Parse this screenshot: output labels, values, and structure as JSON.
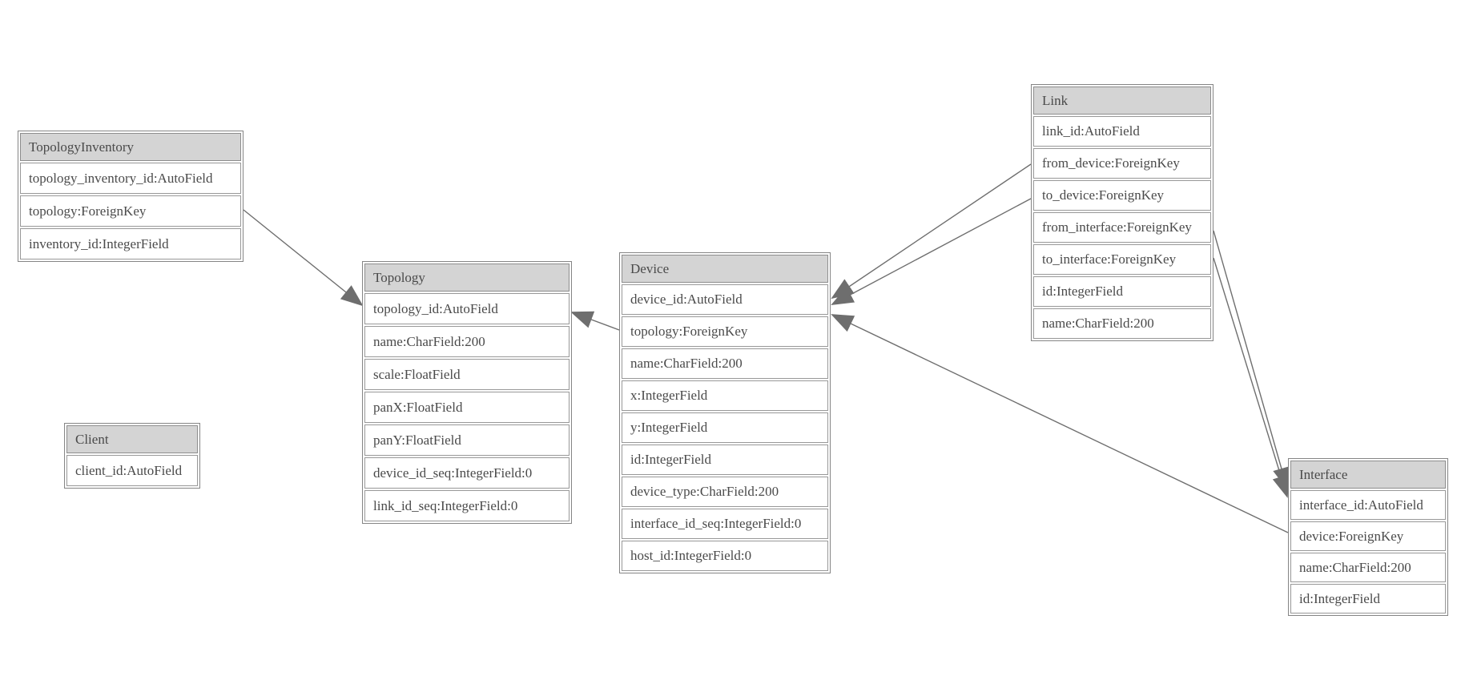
{
  "colors": {
    "background": "#ffffff",
    "header_bg": "#d4d4d4",
    "table_border": "#858585",
    "row_border": "#989898",
    "text": "#4a4a4a",
    "connector": "#6e6e6e"
  },
  "tables": {
    "topology_inventory": {
      "title": "TopologyInventory",
      "fields": [
        "topology_inventory_id:AutoField",
        "topology:ForeignKey",
        "inventory_id:IntegerField"
      ]
    },
    "topology": {
      "title": "Topology",
      "fields": [
        "topology_id:AutoField",
        "name:CharField:200",
        "scale:FloatField",
        "panX:FloatField",
        "panY:FloatField",
        "device_id_seq:IntegerField:0",
        "link_id_seq:IntegerField:0"
      ]
    },
    "client": {
      "title": "Client",
      "fields": [
        "client_id:AutoField"
      ]
    },
    "device": {
      "title": "Device",
      "fields": [
        "device_id:AutoField",
        "topology:ForeignKey",
        "name:CharField:200",
        "x:IntegerField",
        "y:IntegerField",
        "id:IntegerField",
        "device_type:CharField:200",
        "interface_id_seq:IntegerField:0",
        "host_id:IntegerField:0"
      ]
    },
    "link": {
      "title": "Link",
      "fields": [
        "link_id:AutoField",
        "from_device:ForeignKey",
        "to_device:ForeignKey",
        "from_interface:ForeignKey",
        "to_interface:ForeignKey",
        "id:IntegerField",
        "name:CharField:200"
      ]
    },
    "interface": {
      "title": "Interface",
      "fields": [
        "interface_id:AutoField",
        "device:ForeignKey",
        "name:CharField:200",
        "id:IntegerField"
      ]
    }
  },
  "relationships": [
    {
      "from": "TopologyInventory.topology",
      "to": "Topology"
    },
    {
      "from": "Device.topology",
      "to": "Topology"
    },
    {
      "from": "Link.from_device",
      "to": "Device"
    },
    {
      "from": "Link.to_device",
      "to": "Device"
    },
    {
      "from": "Link.from_interface",
      "to": "Interface"
    },
    {
      "from": "Link.to_interface",
      "to": "Interface"
    },
    {
      "from": "Interface.device",
      "to": "Device"
    }
  ]
}
